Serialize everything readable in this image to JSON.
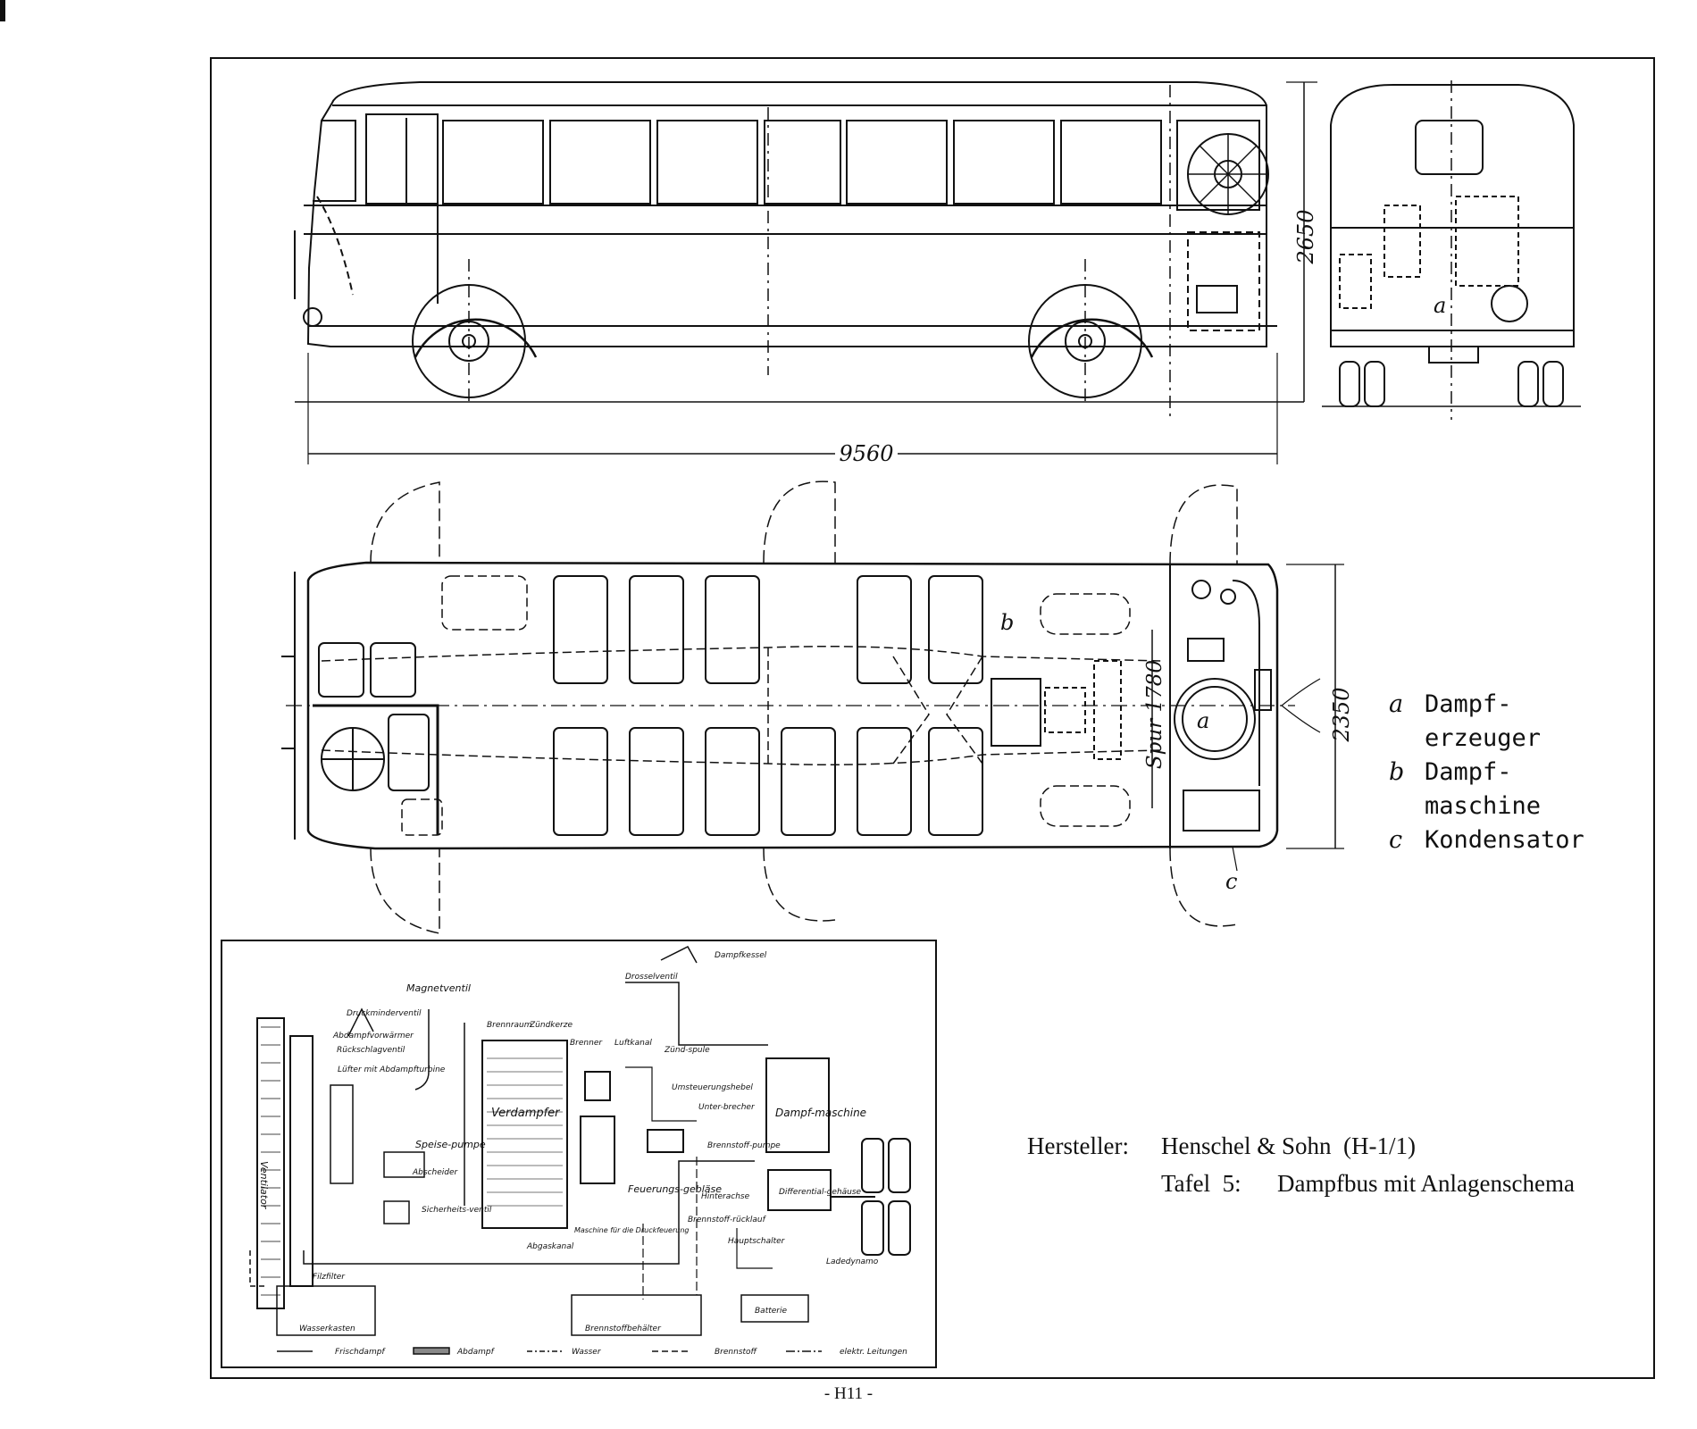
{
  "dimensions": {
    "height": "2650",
    "length": "9560",
    "width": "2350",
    "track": "Spur 1780"
  },
  "callouts": {
    "a_side": "a",
    "a_plan": "a",
    "b_plan": "b",
    "c_plan": "c"
  },
  "legend": [
    {
      "key": "a",
      "line1": "Dampf-",
      "line2": "erzeuger"
    },
    {
      "key": "b",
      "line1": "Dampf-",
      "line2": "maschine"
    },
    {
      "key": "c",
      "line1": "Kondensator",
      "line2": ""
    }
  ],
  "credits": {
    "maker_label": "Hersteller:",
    "maker_value": "Henschel & Sohn  (H-1/1)",
    "table_label": "Tafel  5:",
    "table_value": "Dampfbus mit Anlagenschema"
  },
  "schema": {
    "labels": {
      "dampfkessel": "Dampfkessel",
      "drosselventil": "Drosselventil",
      "magnetventil": "Magnetventil",
      "druckminderventil": "Druckminderventil",
      "abdampfvorwaermer": "Abdampfvorwärmer",
      "rueckschlagventil": "Rückschlagventil",
      "luefter": "Lüfter mit Abdampfturbine",
      "brennraum": "Brennraum",
      "zuendkerze": "Zündkerze",
      "brenner": "Brenner",
      "luftkanal": "Luftkanal",
      "zuendspule": "Zünd-spule",
      "verdampfer": "Verdampfer",
      "umsteuerungshebel": "Umsteuerungshebel",
      "dampfmaschine": "Dampf-maschine",
      "speisepumpe": "Speise-pumpe",
      "abscheider": "Abscheider",
      "unterbrecher": "Unter-brecher",
      "brennstoffpumpe": "Brennstoff-pumpe",
      "sicherheitsventil": "Sicherheits-ventil",
      "feuerungsgeblaese": "Feuerungs-gebläse",
      "hinterachse": "Hinterachse",
      "differential": "Differential-gehäuse",
      "brennstoffrueckl": "Brennstoff-rücklauf",
      "hauptschalter": "Hauptschalter",
      "ladedynamo": "Ladedynamo",
      "abgaskanal": "Abgaskanal",
      "maschine_druck": "Maschine für die Druckfeuerung",
      "filzfilter": "Filzfilter",
      "wasserkasten": "Wasserkasten",
      "brennstoffbehaelter": "Brennstoffbehälter",
      "batterie": "Batterie",
      "ventilator": "Ventilator"
    },
    "key": [
      "Frischdampf",
      "Abdampf",
      "Wasser",
      "Brennstoff",
      "elektr. Leitungen"
    ]
  },
  "page_number": "- H11 -"
}
